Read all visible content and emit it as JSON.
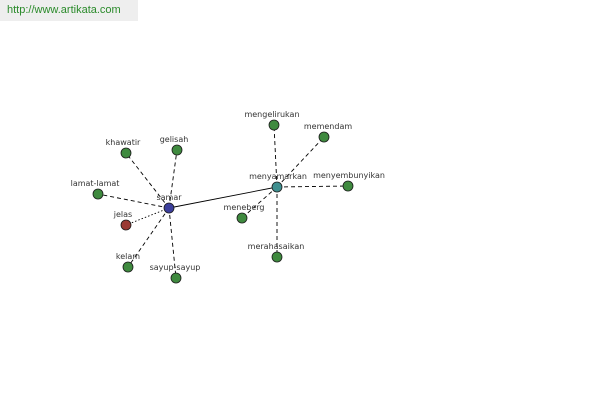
{
  "source": {
    "text": "http://www.artikata.com"
  },
  "colors": {
    "link_text": "#2a8a2a",
    "link_bg": "#eeeeee",
    "edge": "#000000",
    "label": "#333333",
    "node_stroke": "#1a1a1a"
  },
  "graph": {
    "nodes": [
      {
        "id": "samar",
        "label": "samar",
        "role": "focus",
        "color": "#3c3f9c"
      },
      {
        "id": "menyamarkan",
        "label": "menyamarkan",
        "role": "hub",
        "color": "#3f8f8f"
      },
      {
        "id": "jelas",
        "label": "jelas",
        "role": "antonym",
        "color": "#9a3a34"
      },
      {
        "id": "khawatir",
        "label": "khawatir",
        "role": "synonym",
        "color": "#3f8a3f"
      },
      {
        "id": "gelisah",
        "label": "gelisah",
        "role": "synonym",
        "color": "#3f8a3f"
      },
      {
        "id": "lamat-lamat",
        "label": "lamat-lamat",
        "role": "synonym",
        "color": "#3f8a3f"
      },
      {
        "id": "kelam",
        "label": "kelam",
        "role": "synonym",
        "color": "#3f8a3f"
      },
      {
        "id": "sayup-sayup",
        "label": "sayup-sayup",
        "role": "synonym",
        "color": "#3f8a3f"
      },
      {
        "id": "mengelirukan",
        "label": "mengelirukan",
        "role": "synonym",
        "color": "#3f8a3f"
      },
      {
        "id": "memendam",
        "label": "memendam",
        "role": "synonym",
        "color": "#3f8a3f"
      },
      {
        "id": "menyembunyikan",
        "label": "menyembunyikan",
        "role": "synonym",
        "color": "#3f8a3f"
      },
      {
        "id": "meneberg",
        "label": "meneberg",
        "role": "synonym",
        "color": "#3f8a3f"
      },
      {
        "id": "merahasaikan",
        "label": "merahasaikan",
        "role": "synonym",
        "color": "#3f8a3f"
      }
    ],
    "edges": [
      {
        "from": "samar",
        "to": "menyamarkan",
        "style": "solid"
      },
      {
        "from": "samar",
        "to": "khawatir",
        "style": "dashed"
      },
      {
        "from": "samar",
        "to": "gelisah",
        "style": "dashed"
      },
      {
        "from": "samar",
        "to": "lamat-lamat",
        "style": "dashed"
      },
      {
        "from": "samar",
        "to": "jelas",
        "style": "dotted"
      },
      {
        "from": "samar",
        "to": "kelam",
        "style": "dashed"
      },
      {
        "from": "samar",
        "to": "sayup-sayup",
        "style": "dashed"
      },
      {
        "from": "menyamarkan",
        "to": "mengelirukan",
        "style": "dashed"
      },
      {
        "from": "menyamarkan",
        "to": "memendam",
        "style": "dashed"
      },
      {
        "from": "menyamarkan",
        "to": "menyembunyikan",
        "style": "dashed"
      },
      {
        "from": "menyamarkan",
        "to": "meneberg",
        "style": "dashed"
      },
      {
        "from": "menyamarkan",
        "to": "merahasaikan",
        "style": "dashed"
      }
    ]
  }
}
